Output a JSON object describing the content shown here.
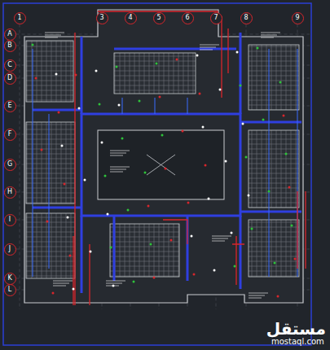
{
  "diagram": {
    "nodes": [
      {
        "text": [
          "1"
        ]
      },
      {
        "text": [
          "3"
        ]
      },
      {
        "text": [
          "4"
        ]
      },
      {
        "text": [
          "5"
        ]
      },
      {
        "text": [
          "6"
        ]
      },
      {
        "text": [
          "7"
        ]
      },
      {
        "text": [
          "8"
        ]
      },
      {
        "text": [
          "9"
        ]
      },
      {
        "text": [
          "A"
        ]
      },
      {
        "text": [
          "B"
        ]
      },
      {
        "text": [
          "C"
        ]
      },
      {
        "text": [
          "D"
        ]
      },
      {
        "text": [
          "E"
        ]
      },
      {
        "text": [
          "F"
        ]
      },
      {
        "text": [
          "G"
        ]
      },
      {
        "text": [
          "H"
        ]
      },
      {
        "text": [
          "I"
        ]
      },
      {
        "text": [
          "J"
        ]
      },
      {
        "text": [
          "K"
        ]
      },
      {
        "text": [
          "L"
        ]
      }
    ],
    "labels": [
      "مستقل",
      "mostaql.com"
    ]
  }
}
